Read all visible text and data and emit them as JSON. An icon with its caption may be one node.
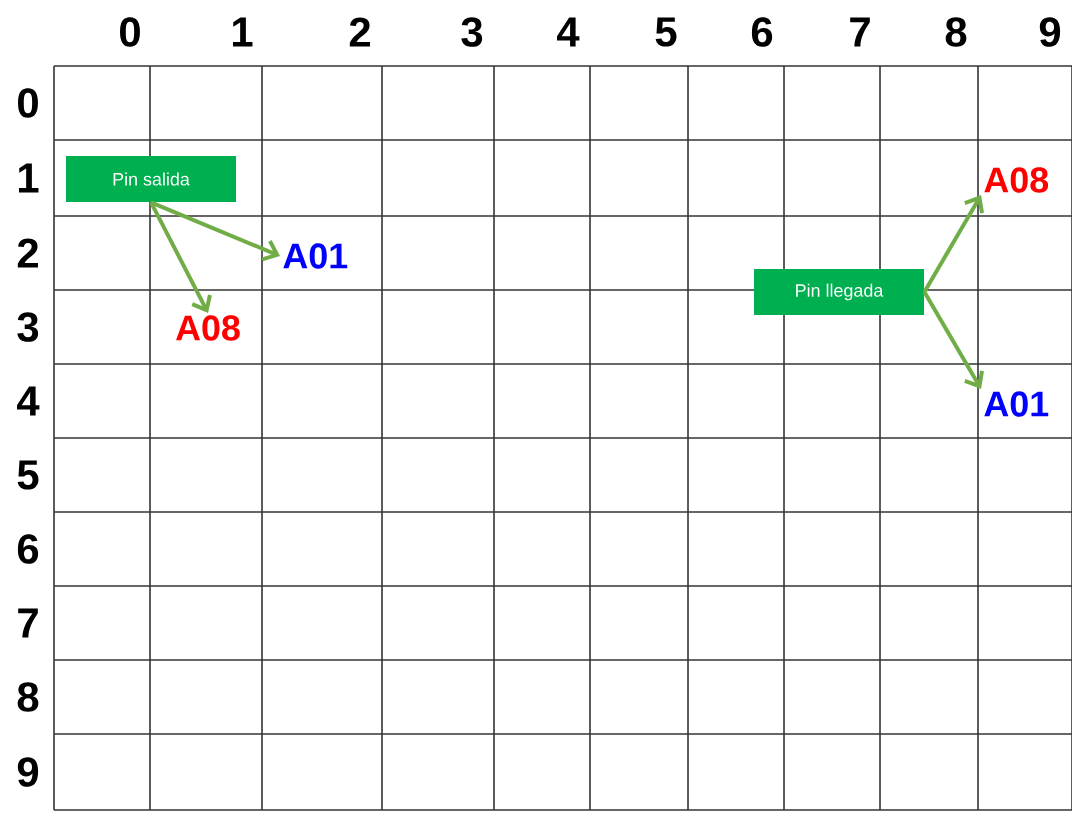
{
  "diagram": {
    "nodes": [
      {
        "text": [
          "Pin salida"
        ]
      },
      {
        "text": [
          "A01"
        ]
      },
      {
        "text": [
          "A08"
        ]
      },
      {
        "text": [
          "Pin llegada"
        ]
      },
      {
        "text": [
          "A08"
        ]
      },
      {
        "text": [
          "A01"
        ]
      }
    ],
    "edges": [
      {
        "from": 0,
        "to": 1,
        "arrow": "to"
      },
      {
        "from": 0,
        "to": 2,
        "arrow": "to"
      },
      {
        "from": 3,
        "to": 4,
        "arrow": "to"
      },
      {
        "from": 3,
        "to": 5,
        "arrow": "to"
      }
    ],
    "labels": [
      "0",
      "1",
      "2",
      "3",
      "4",
      "5",
      "6",
      "7",
      "8",
      "9",
      "0",
      "1",
      "2",
      "3",
      "4",
      "5",
      "6",
      "7",
      "8",
      "9"
    ]
  }
}
